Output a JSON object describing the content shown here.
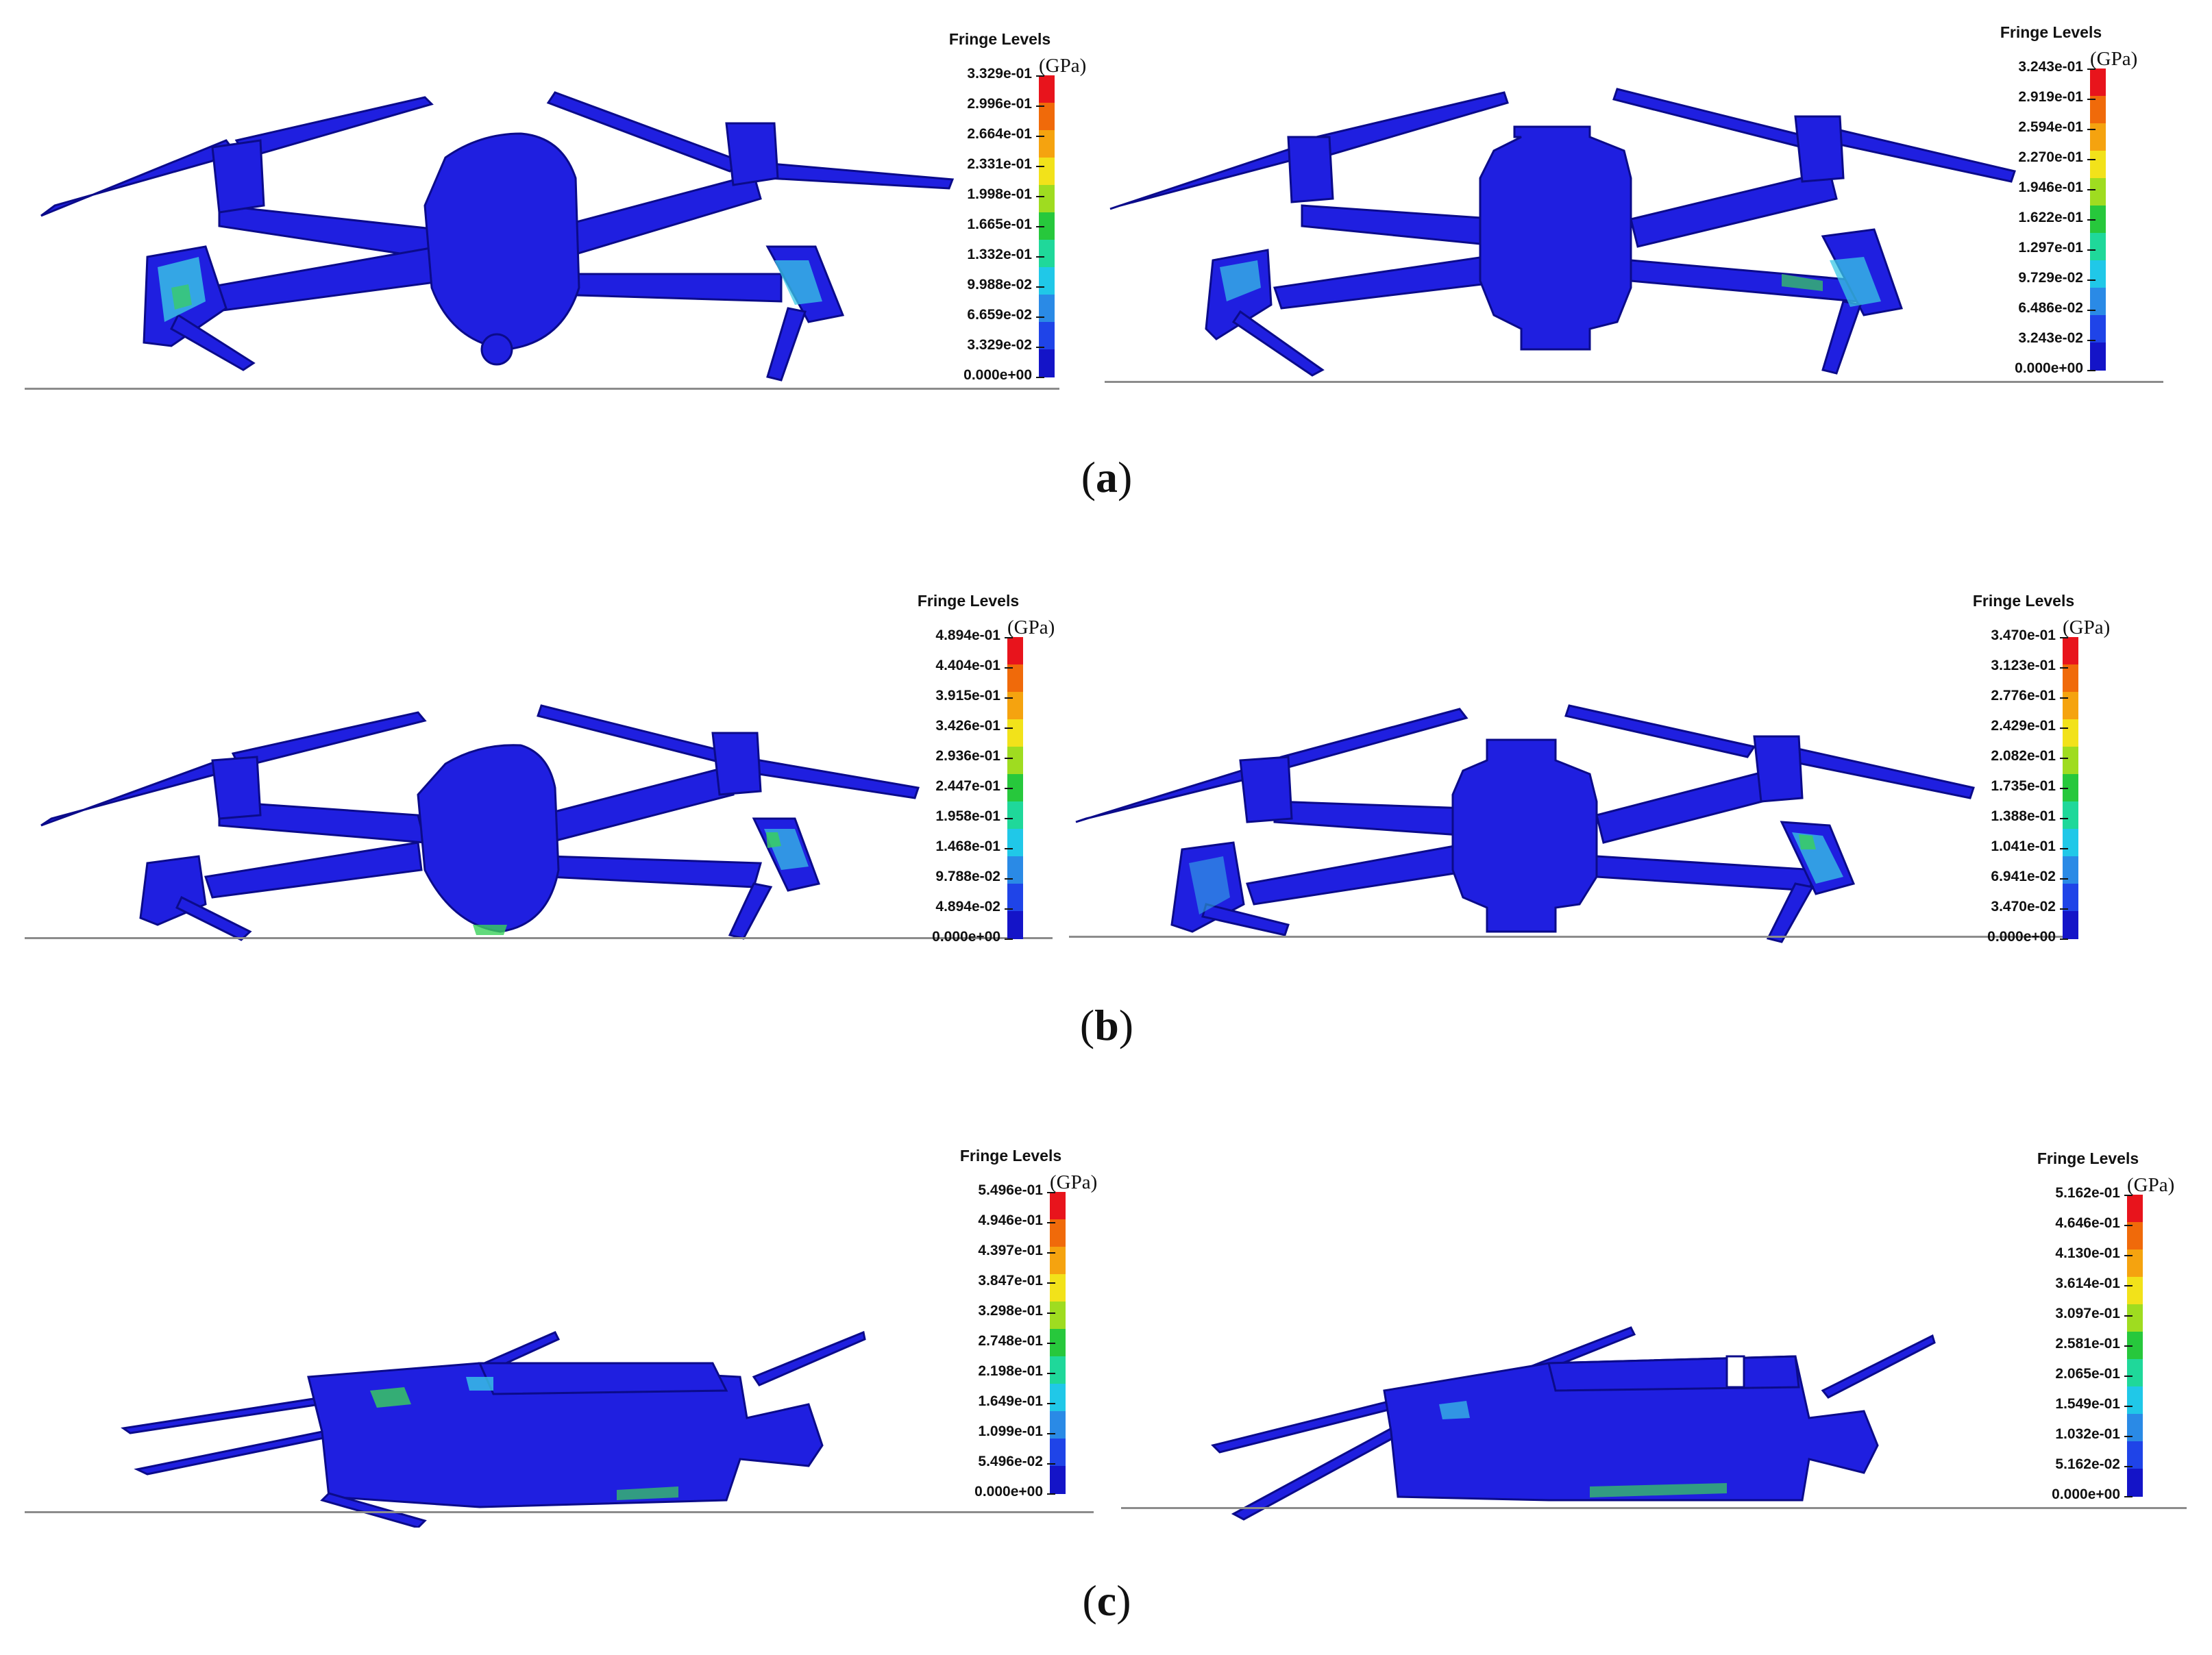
{
  "figure": {
    "rows": [
      {
        "caption_letter": "a",
        "panels": [
          {
            "legend": {
              "title": "Fringe Levels",
              "unit": "(GPa)",
              "levels": [
                "3.329e-01",
                "2.996e-01",
                "2.664e-01",
                "2.331e-01",
                "1.998e-01",
                "1.665e-01",
                "1.332e-01",
                "9.988e-02",
                "6.659e-02",
                "3.329e-02",
                "0.000e+00"
              ]
            }
          },
          {
            "legend": {
              "title": "Fringe Levels",
              "unit": "(GPa)",
              "levels": [
                "3.243e-01",
                "2.919e-01",
                "2.594e-01",
                "2.270e-01",
                "1.946e-01",
                "1.622e-01",
                "1.297e-01",
                "9.729e-02",
                "6.486e-02",
                "3.243e-02",
                "0.000e+00"
              ]
            }
          }
        ]
      },
      {
        "caption_letter": "b",
        "panels": [
          {
            "legend": {
              "title": "Fringe Levels",
              "unit": "(GPa)",
              "levels": [
                "4.894e-01",
                "4.404e-01",
                "3.915e-01",
                "3.426e-01",
                "2.936e-01",
                "2.447e-01",
                "1.958e-01",
                "1.468e-01",
                "9.788e-02",
                "4.894e-02",
                "0.000e+00"
              ]
            }
          },
          {
            "legend": {
              "title": "Fringe Levels",
              "unit": "(GPa)",
              "levels": [
                "3.470e-01",
                "3.123e-01",
                "2.776e-01",
                "2.429e-01",
                "2.082e-01",
                "1.735e-01",
                "1.388e-01",
                "1.041e-01",
                "6.941e-02",
                "3.470e-02",
                "0.000e+00"
              ]
            }
          }
        ]
      },
      {
        "caption_letter": "c",
        "panels": [
          {
            "legend": {
              "title": "Fringe Levels",
              "unit": "(GPa)",
              "levels": [
                "5.496e-01",
                "4.946e-01",
                "4.397e-01",
                "3.847e-01",
                "3.298e-01",
                "2.748e-01",
                "2.198e-01",
                "1.649e-01",
                "1.099e-01",
                "5.496e-02",
                "0.000e+00"
              ]
            }
          },
          {
            "legend": {
              "title": "Fringe Levels",
              "unit": "(GPa)",
              "levels": [
                "5.162e-01",
                "4.646e-01",
                "4.130e-01",
                "3.614e-01",
                "3.097e-01",
                "2.581e-01",
                "2.065e-01",
                "1.549e-01",
                "1.032e-01",
                "5.162e-02",
                "0.000e+00"
              ]
            }
          }
        ]
      }
    ],
    "colors": {
      "drone_body": "#1f1fe0",
      "drone_edge": "#0b0b8a",
      "stress_cyan": "#39c8e6",
      "stress_green": "#3ad15a",
      "scale": [
        "#e8141c",
        "#f06a0a",
        "#f5a30f",
        "#f2e21a",
        "#9fdc20",
        "#27c83c",
        "#1fd89a",
        "#20c8e8",
        "#2a8ae6",
        "#1f44e8",
        "#1414c8"
      ]
    }
  }
}
